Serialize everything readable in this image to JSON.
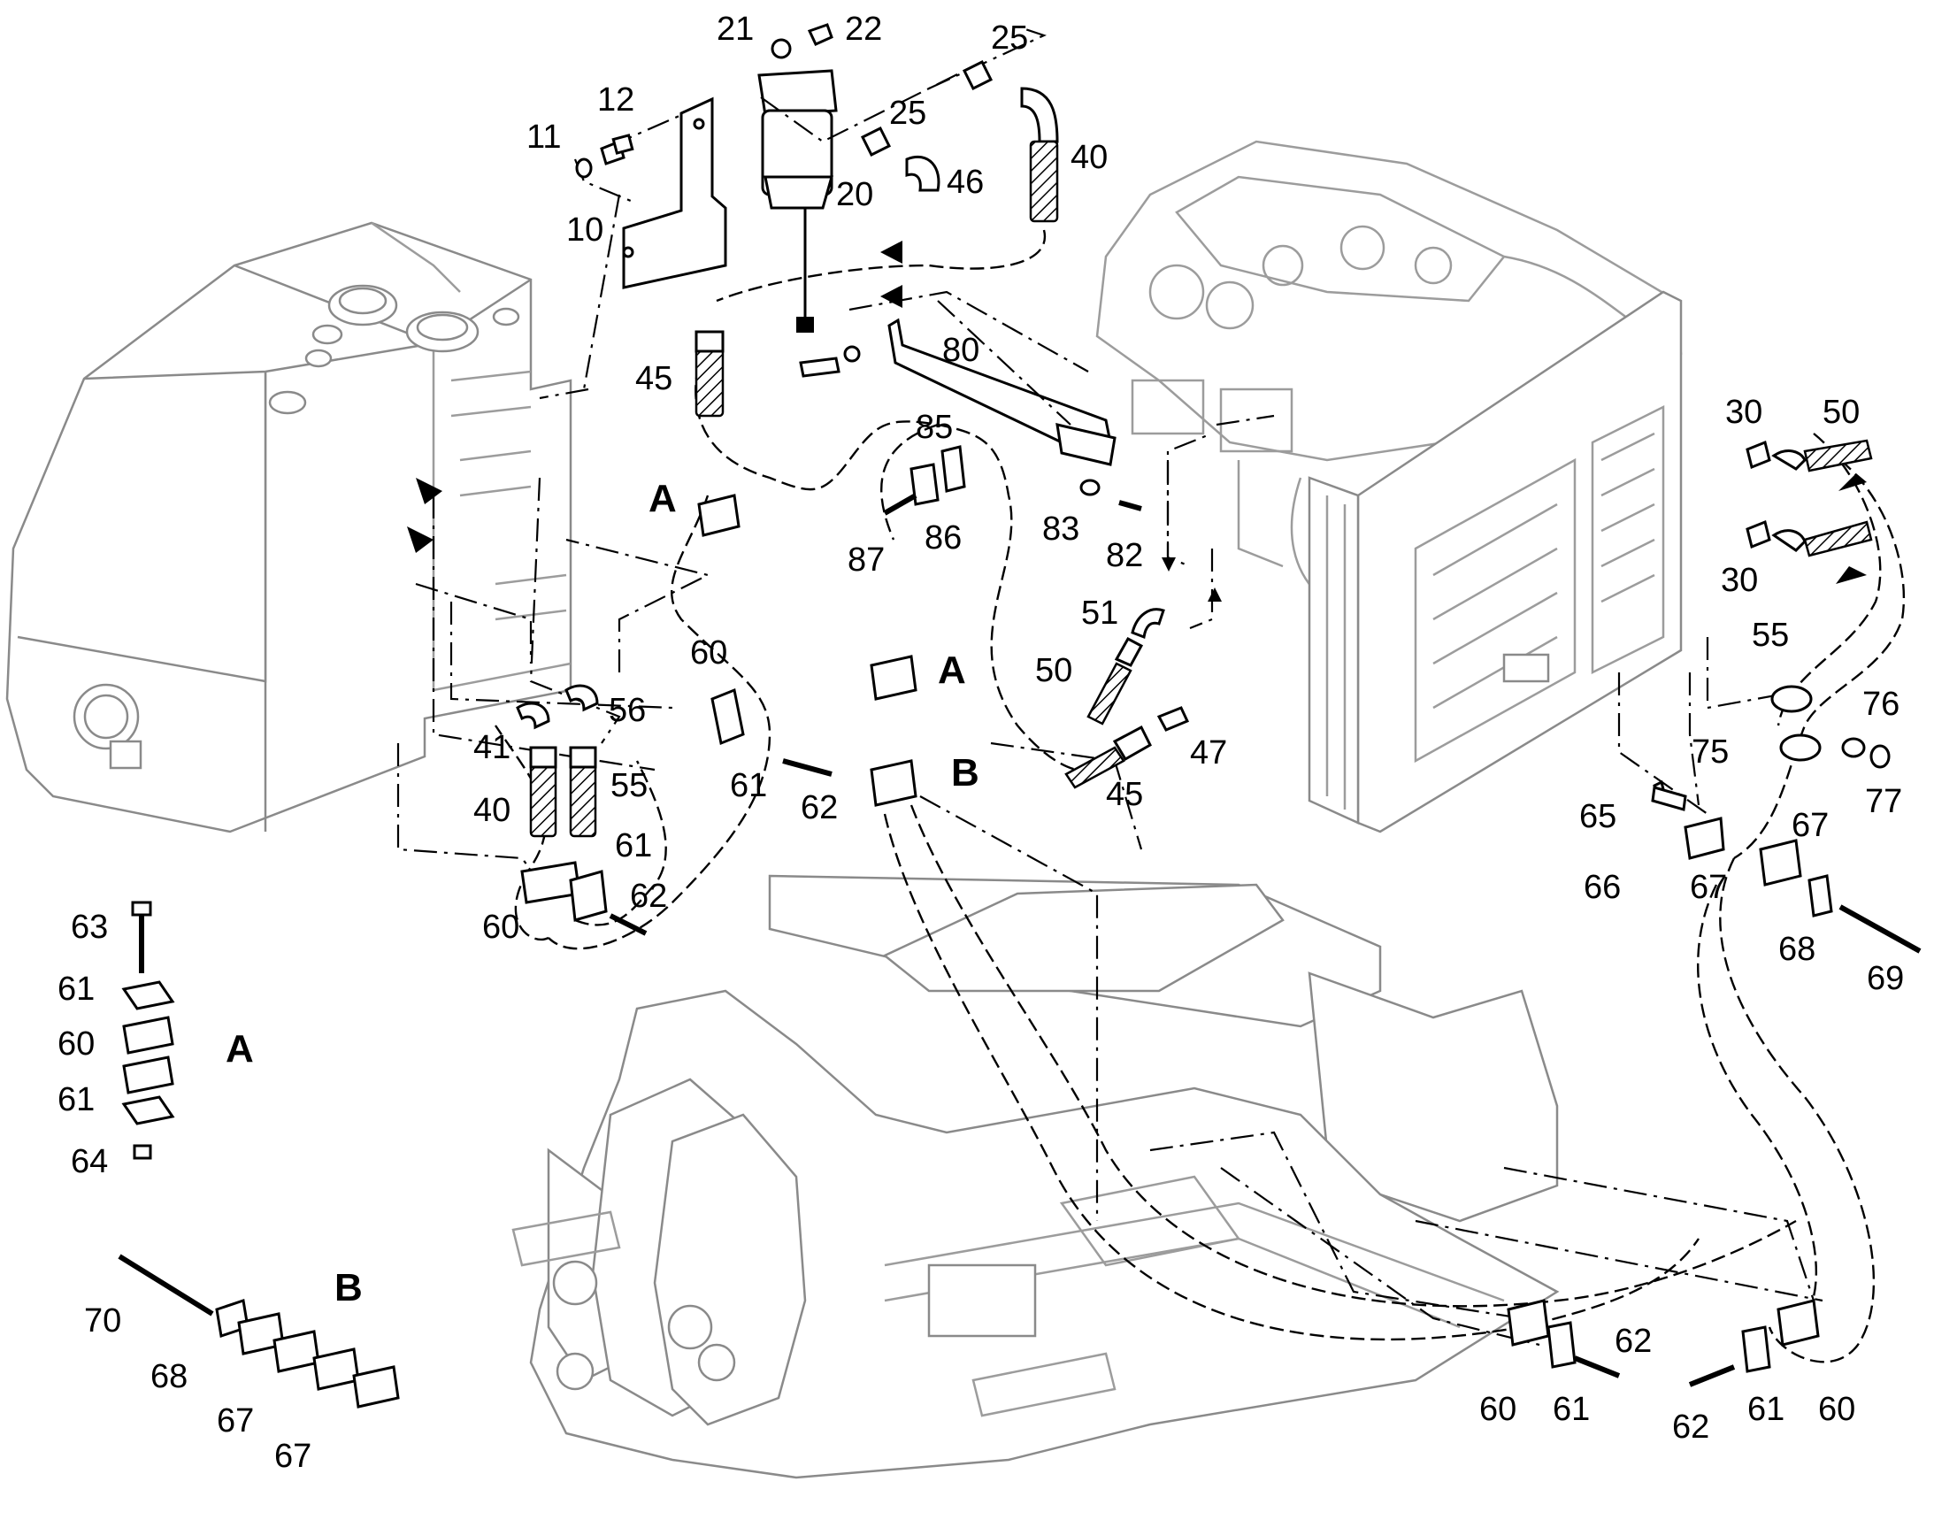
{
  "labels": {
    "l10": "10",
    "l11": "11",
    "l12": "12",
    "l20": "20",
    "l21": "21",
    "l22": "22",
    "l25a": "25",
    "l25b": "25",
    "l40a": "40",
    "l46": "46",
    "l45a": "45",
    "l80": "80",
    "l85": "85",
    "l87": "87",
    "l86": "86",
    "l83": "83",
    "l82": "82",
    "l30a": "30",
    "l50a": "50",
    "l30b": "30",
    "l55a": "55",
    "l51": "51",
    "l50b": "50",
    "l45b": "45",
    "l47": "47",
    "l76": "76",
    "l75": "75",
    "l77": "77",
    "l65": "65",
    "l66": "66",
    "l67a": "67",
    "l67b": "67",
    "l68a": "68",
    "l69": "69",
    "l60a": "60",
    "l61a": "61",
    "l62a": "62",
    "l56": "56",
    "l41": "41",
    "l40b": "40",
    "l55b": "55",
    "l61b": "61",
    "l62b": "62",
    "l60b": "60",
    "l63": "63",
    "l61c": "61",
    "l60c": "60",
    "l61d": "61",
    "l64": "64",
    "l70": "70",
    "l68b": "68",
    "l67c": "67",
    "l67d": "67",
    "l62c": "62",
    "l60d": "60",
    "l61e": "61",
    "l62d": "62",
    "l61f": "61",
    "l60e": "60"
  },
  "callouts": {
    "a1": "A",
    "a2": "A",
    "b1": "B",
    "detail_a": "A",
    "detail_b": "B"
  },
  "icons": [
    "fuel-tank",
    "fuel-filter",
    "engine-block",
    "radiator",
    "chassis-frame",
    "hose-clamp",
    "bolt",
    "flow-arrow"
  ]
}
